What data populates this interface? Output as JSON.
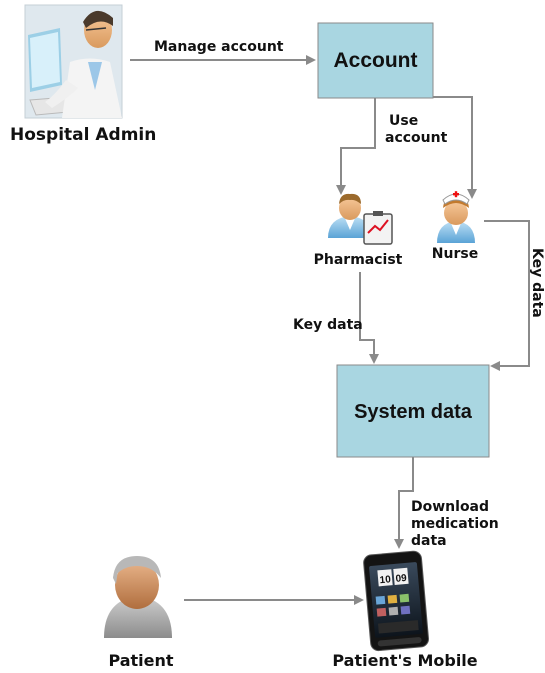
{
  "nodes": {
    "hospital_admin": {
      "label": "Hospital Admin"
    },
    "account": {
      "label": "Account"
    },
    "pharmacist": {
      "label": "Pharmacist"
    },
    "nurse": {
      "label": "Nurse"
    },
    "system_data": {
      "label": "System data"
    },
    "patient": {
      "label": "Patient"
    },
    "patients_mobile": {
      "label": "Patient's Mobile"
    }
  },
  "edges": {
    "manage_account": "Manage account",
    "use_account_1": "Use",
    "use_account_2": "account",
    "key_data_left": "Key data",
    "key_data_right": "Key data",
    "download_1": "Download",
    "download_2": "medication",
    "download_3": "data"
  },
  "phone": {
    "clock_hours": "10",
    "clock_minutes": "09"
  },
  "colors": {
    "box_fill": "#a9d6e1",
    "box_stroke": "#8a8a8a",
    "arrow": "#8a8a8a"
  }
}
